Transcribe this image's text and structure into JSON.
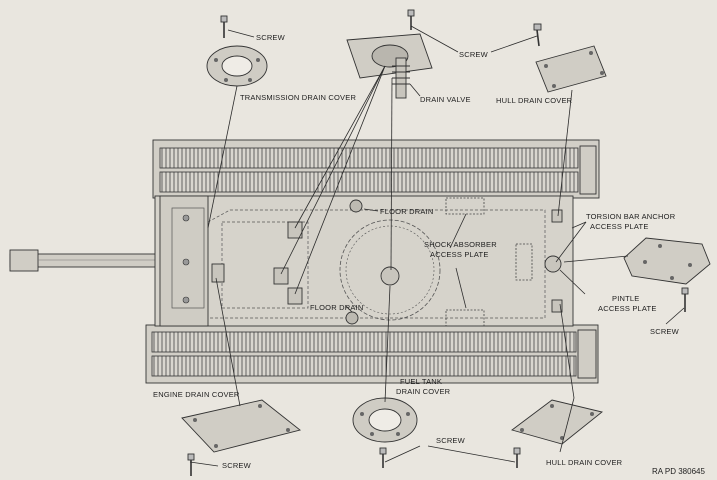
{
  "figure_code": "RA PD 380645",
  "labels": {
    "screw_top_left": "SCREW",
    "screw_top_right": "SCREW",
    "transmission_drain_cover": "TRANSMISSION DRAIN COVER",
    "drain_valve": "DRAIN VALVE",
    "hull_drain_cover_top": "HULL DRAIN COVER",
    "floor_drain_top": "FLOOR DRAIN",
    "floor_drain_bottom": "FLOOR DRAIN",
    "shock_absorber_line1": "SHOCK ABSORBER",
    "shock_absorber_line2": "ACCESS PLATE",
    "torsion_bar_line1": "TORSION BAR ANCHOR",
    "torsion_bar_line2": "ACCESS PLATE",
    "pintle_line1": "PINTLE",
    "pintle_line2": "ACCESS PLATE",
    "screw_right": "SCREW",
    "engine_drain_cover": "ENGINE DRAIN COVER",
    "fuel_tank_line1": "FUEL TANK",
    "fuel_tank_line2": "DRAIN COVER",
    "screw_bottom_middle": "SCREW",
    "screw_bottom_left": "SCREW",
    "hull_drain_cover_bottom": "HULL DRAIN COVER"
  },
  "colors": {
    "background": "#e9e6df",
    "hull_fill": "#d6d3cb",
    "ink": "#2b2b2b"
  }
}
